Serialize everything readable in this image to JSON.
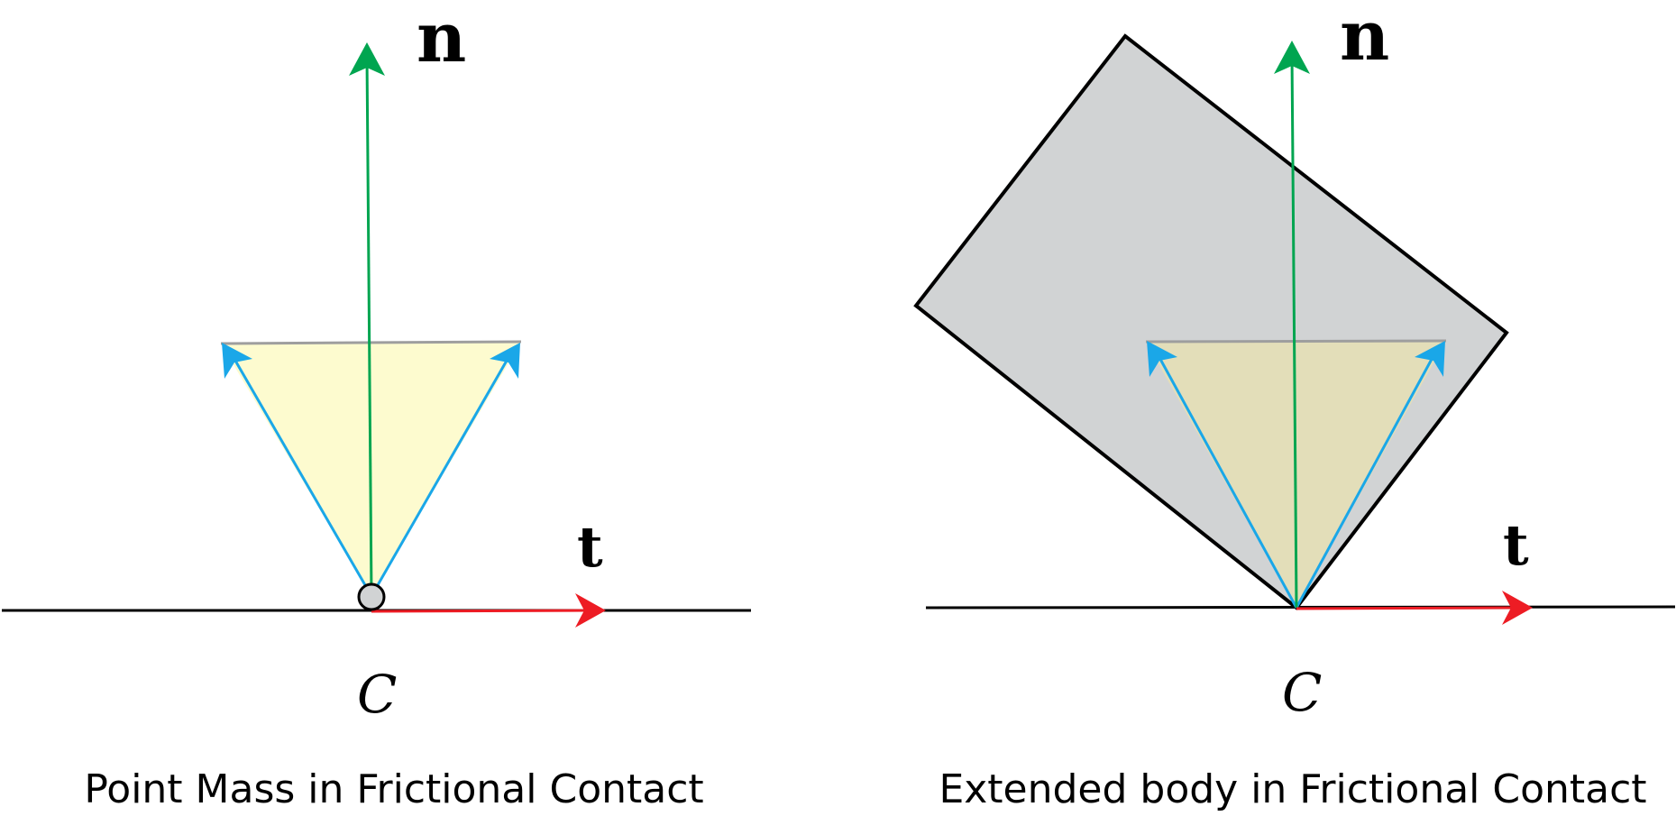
{
  "colors": {
    "normal_arrow": "#00a550",
    "tangent_arrow": "#ed1c24",
    "cone_edge_arrow": "#1aa7e8",
    "cone_fill": "#fdfbcf",
    "cone_top_edge": "#9e9e9e",
    "body_fill": "#d1d3d4",
    "body_overlap_fill": "#e3deb9",
    "contact_point_fill": "#d1d3d4",
    "ground_line": "#000000"
  },
  "icons": {
    "normal_arrow": "arrow-up",
    "tangent_arrow": "arrow-right",
    "cone_edge_arrow": "arrow-diagonal",
    "contact_point": "circle"
  },
  "panels": [
    {
      "id": "point-mass",
      "normal_label": "n",
      "tangent_label": "t",
      "contact_label": "C",
      "caption": "Point Mass in Frictional Contact"
    },
    {
      "id": "extended-body",
      "normal_label": "n",
      "tangent_label": "t",
      "contact_label": "C",
      "caption": "Extended body in Frictional Contact"
    }
  ]
}
